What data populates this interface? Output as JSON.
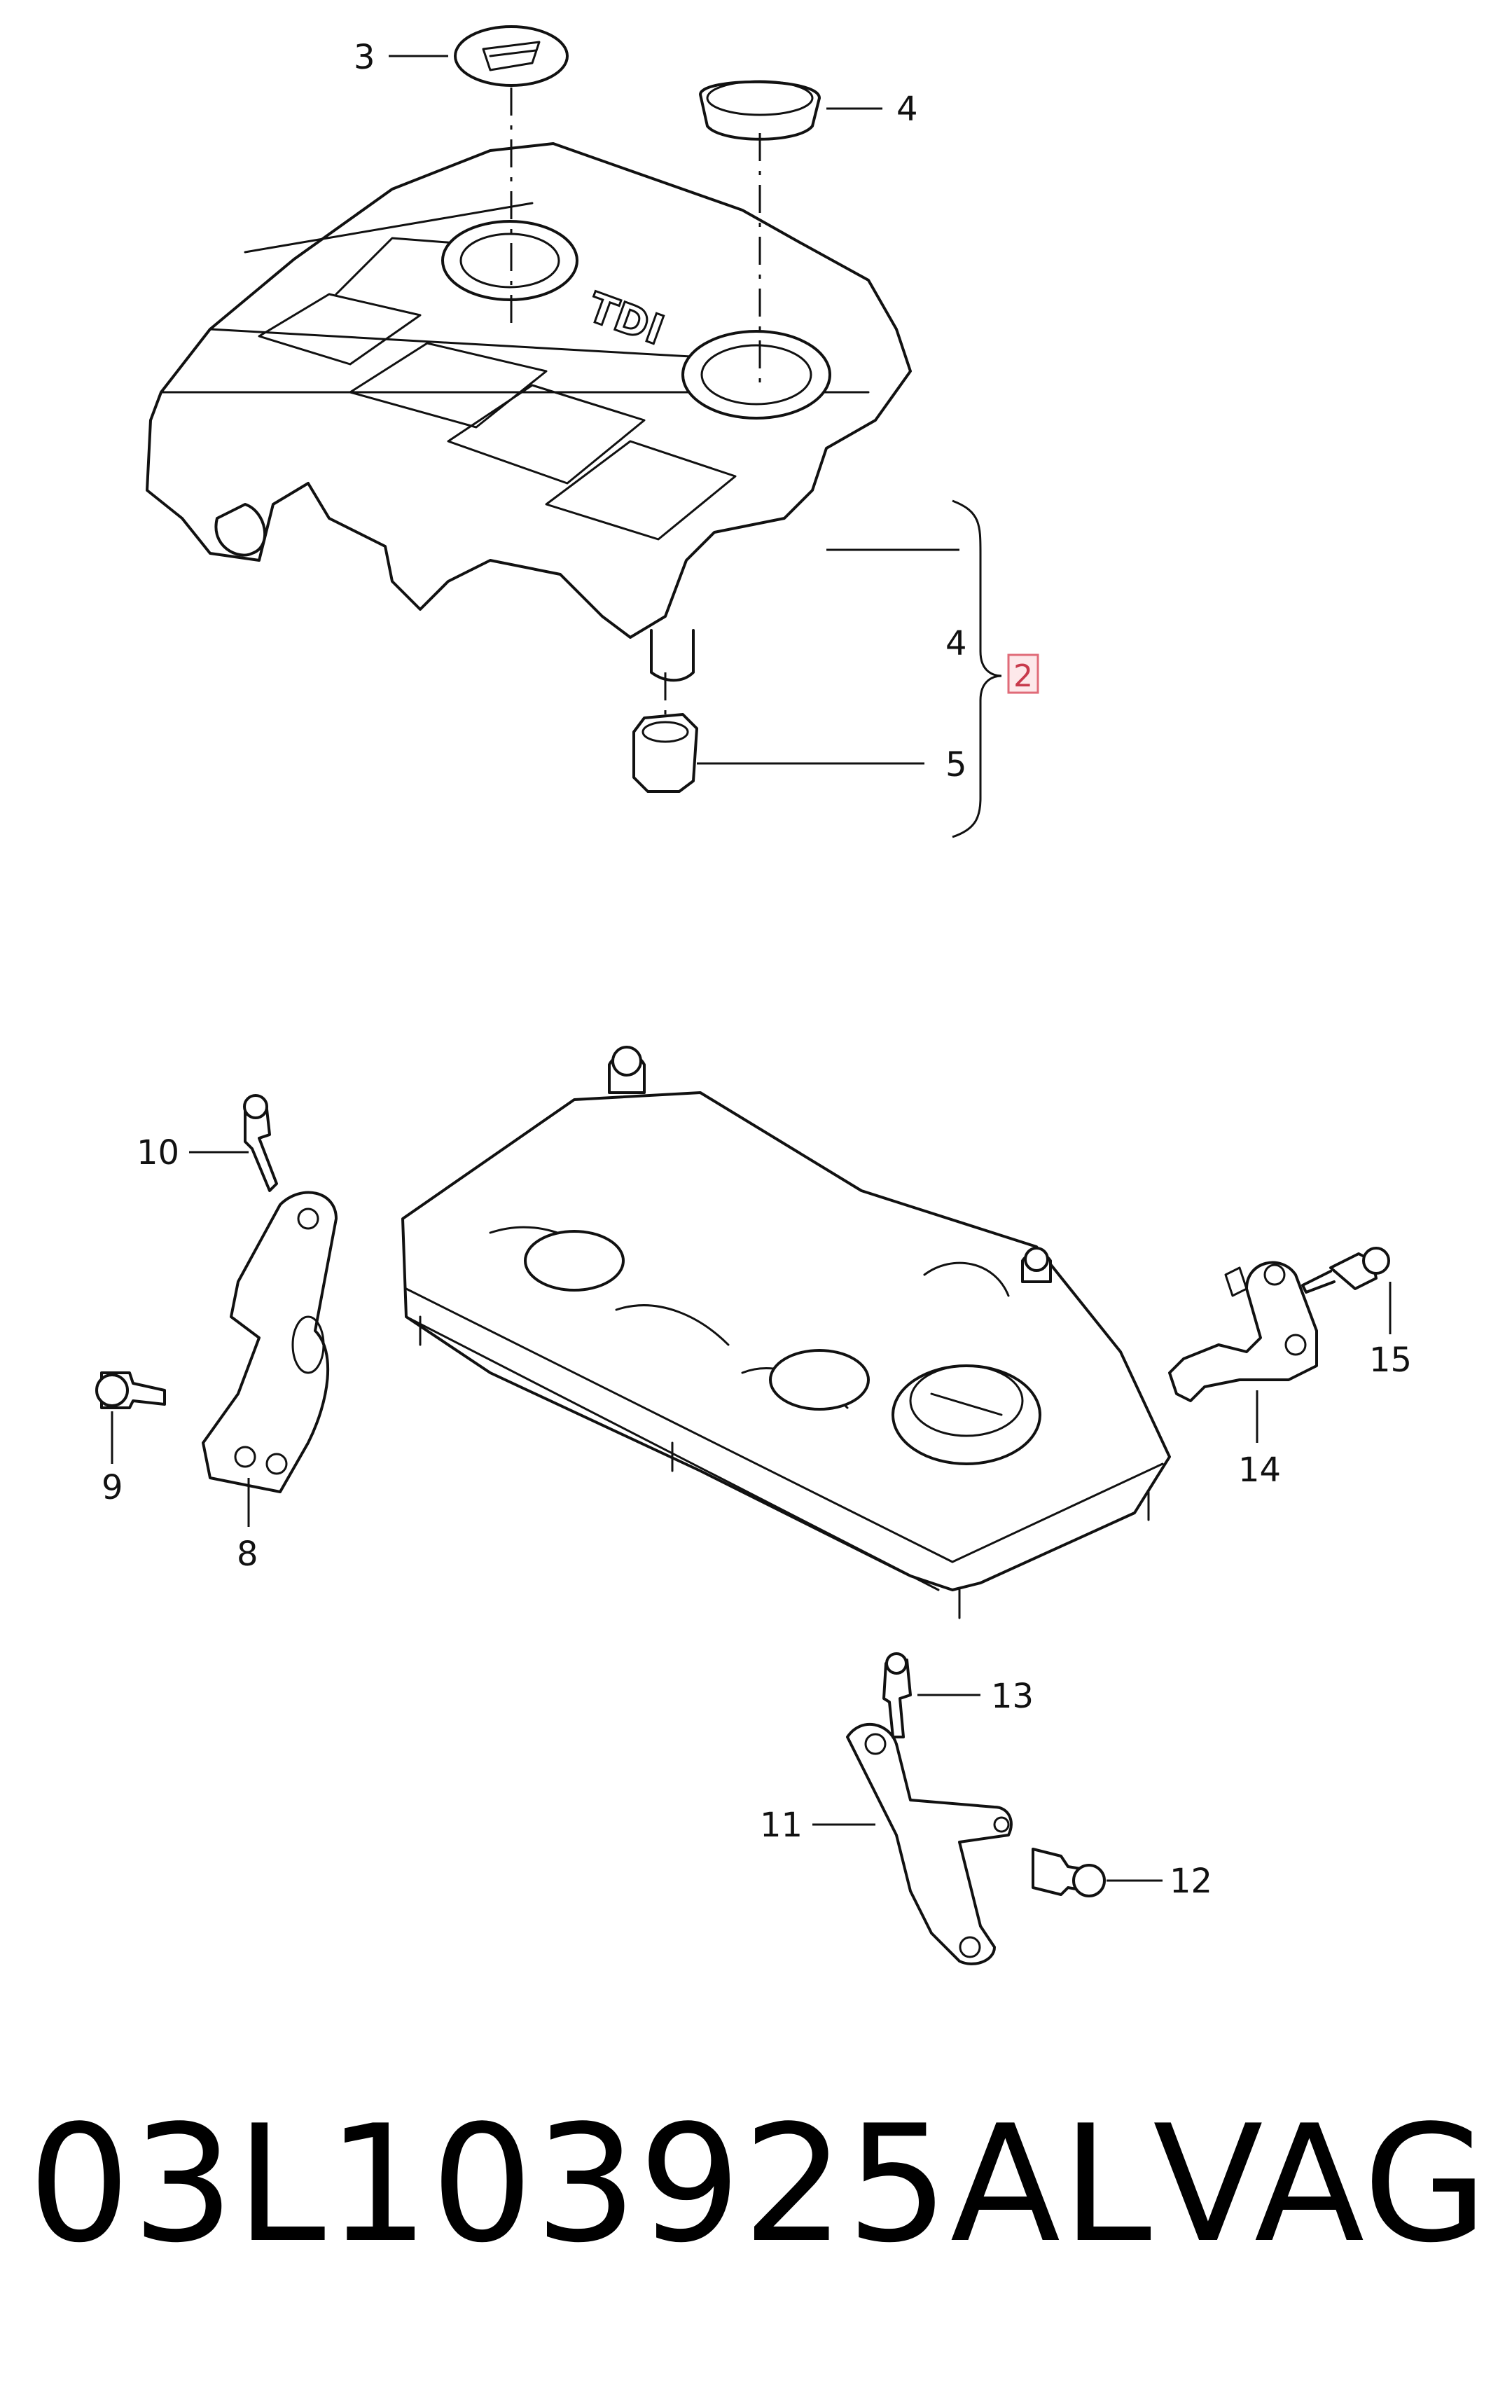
{
  "diagram": {
    "callouts": {
      "c2": "2",
      "c3": "3",
      "c4_cap": "4",
      "c4_group": "4",
      "c5": "5",
      "c8": "8",
      "c9": "9",
      "c10": "10",
      "c11": "11",
      "c12": "12",
      "c13": "13",
      "c14": "14",
      "c15": "15"
    },
    "cover_emboss": "TDI",
    "highlight_color": "#e06b78"
  },
  "footer": {
    "part_number": "03L103925AL",
    "brand": "VAG"
  }
}
